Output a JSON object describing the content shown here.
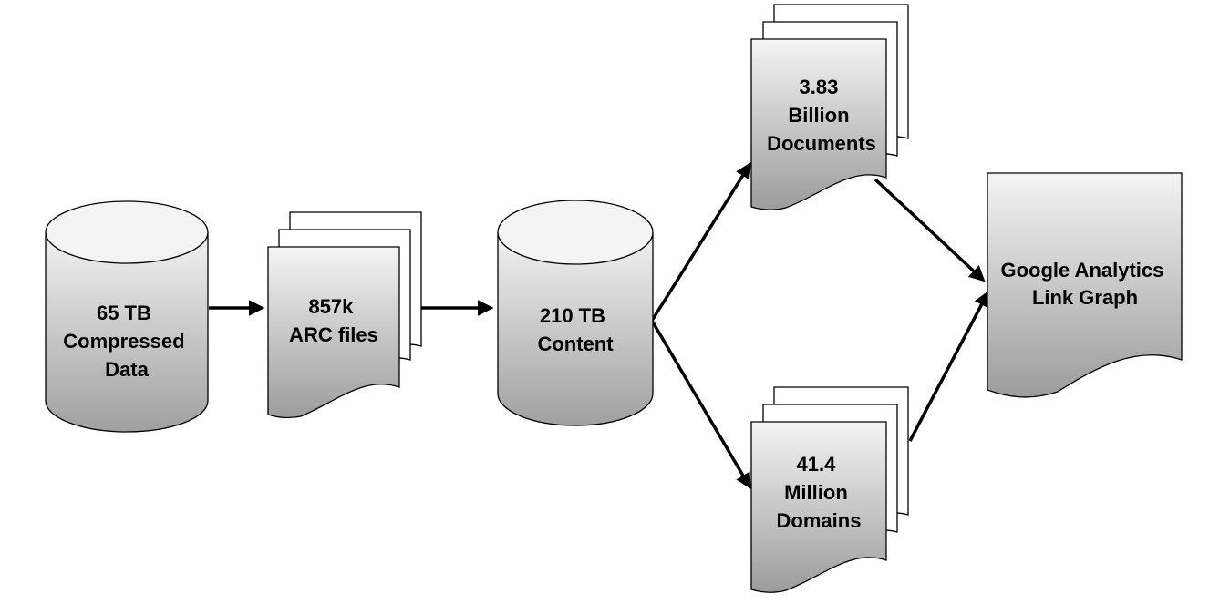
{
  "nodes": {
    "compressed": {
      "lines": [
        "65 TB",
        "Compressed",
        "Data"
      ]
    },
    "arc": {
      "lines": [
        "857k",
        "ARC files"
      ]
    },
    "content": {
      "lines": [
        "210 TB",
        "Content"
      ]
    },
    "documents": {
      "lines": [
        "3.83",
        "Billion",
        "Documents"
      ]
    },
    "domains": {
      "lines": [
        "41.4",
        "Million",
        "Domains"
      ]
    },
    "graph": {
      "lines": [
        "Google Analytics",
        "Link Graph"
      ]
    }
  },
  "colors": {
    "fill_light": "#f4f4f4",
    "fill_dark": "#9c9c9c",
    "stroke": "#000000"
  }
}
